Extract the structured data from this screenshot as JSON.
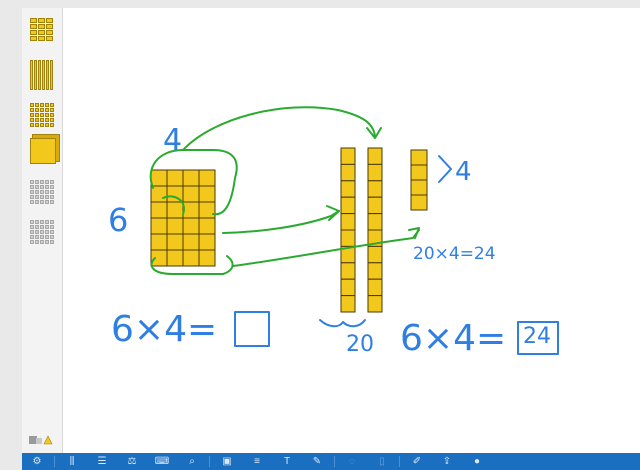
{
  "palette": {
    "items": [
      {
        "name": "unit-cubes-tool"
      },
      {
        "name": "ten-rods-tool"
      },
      {
        "name": "hundred-flat-tool"
      },
      {
        "name": "thousand-cube-tool"
      },
      {
        "name": "grey-block-tool"
      },
      {
        "name": "grey-flat-tool"
      }
    ]
  },
  "canvas": {
    "label_top": "4",
    "label_left": "6",
    "label_bracket": "4",
    "equation_left": "6×4=",
    "equation_right": "6×4=",
    "answer": "24",
    "calc_note": "20×4=24",
    "rods_label": "20"
  },
  "colors": {
    "ink_blue": "#2f7fe3",
    "ink_green": "#2aaa2f",
    "block_yellow": "#f2c81c",
    "toolbar_blue": "#1a6fc0"
  },
  "toolbar": {
    "icons": [
      "settings-icon",
      "columns-icon",
      "rows-icon",
      "weight-icon",
      "keyboard-icon",
      "zoom-icon",
      "save-icon",
      "list-icon",
      "text-icon",
      "pen-icon",
      "eraser-icon",
      "trash-icon",
      "wrench-icon",
      "share-icon",
      "info-icon"
    ]
  }
}
